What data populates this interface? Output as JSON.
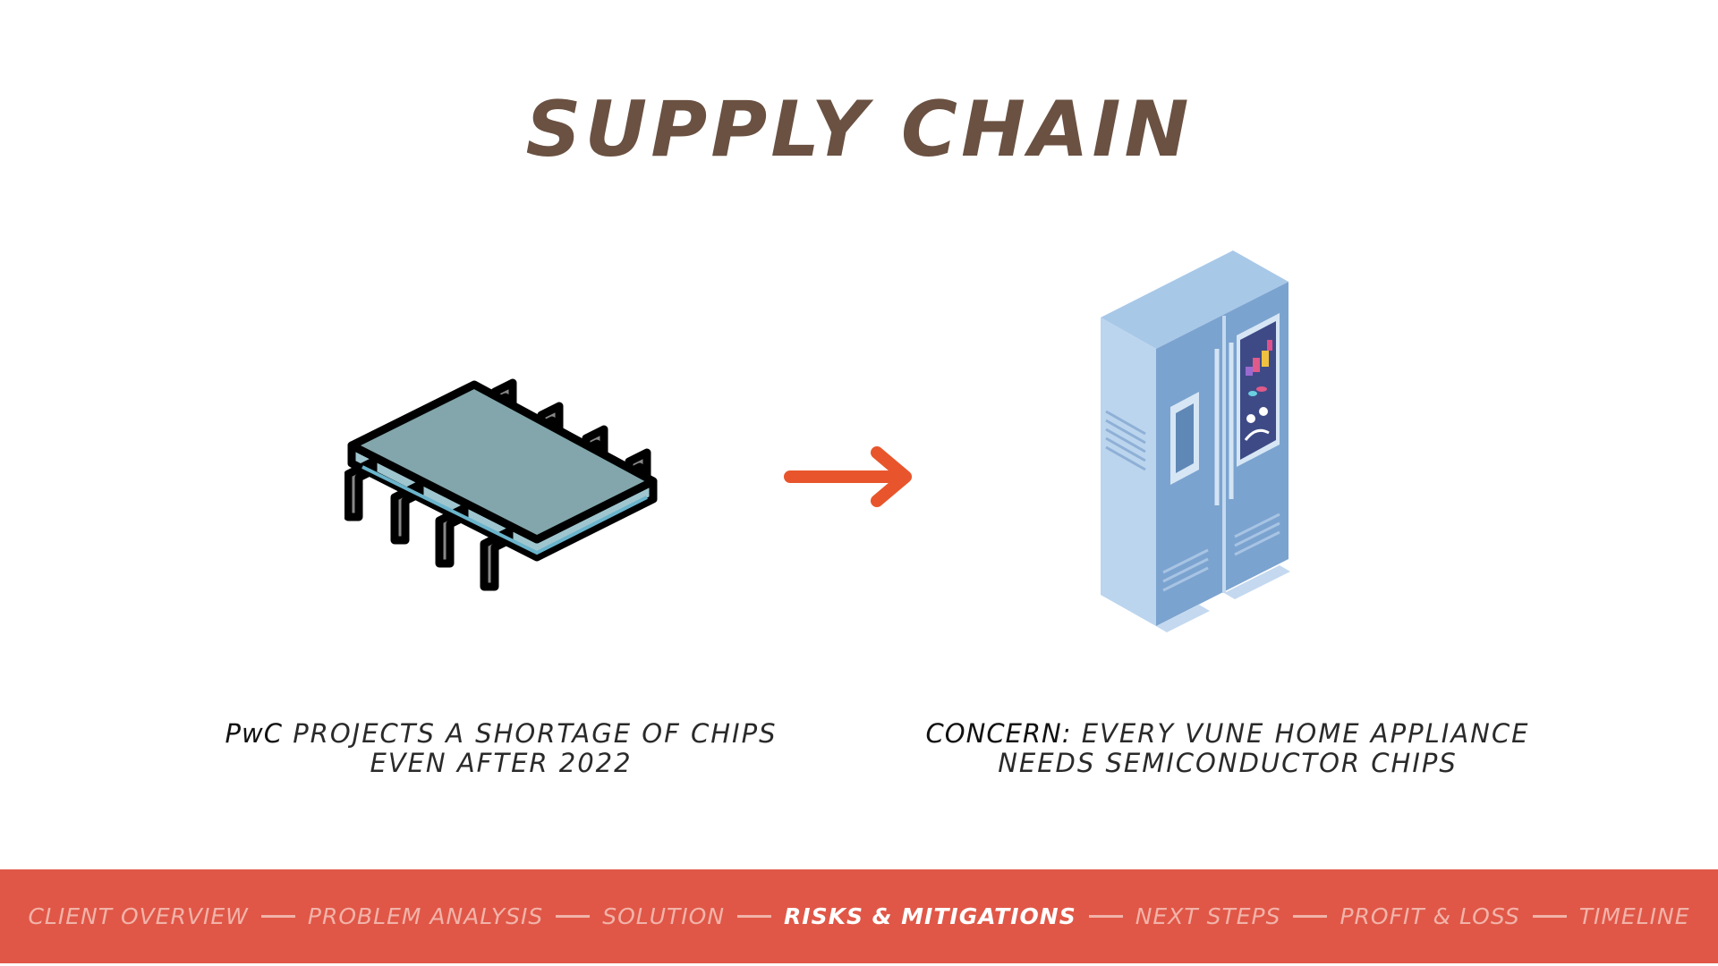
{
  "title": "SUPPLY CHAIN",
  "left": {
    "icon": "microchip-icon",
    "caption_lead": "PwC",
    "caption_line1": "PROJECTS A SHORTAGE OF CHIPS",
    "caption_line2": "EVEN AFTER 2022"
  },
  "arrow": {
    "icon": "arrow-right-icon",
    "color": "#e8552c"
  },
  "right": {
    "icon": "smart-fridge-icon",
    "caption_lead": "CONCERN:",
    "caption_line1": "EVERY VUNE HOME APPLIANCE",
    "caption_line2": "NEEDS SEMICONDUCTOR CHIPS"
  },
  "footer": {
    "color": "#e05747",
    "items": [
      {
        "label": "CLIENT OVERVIEW",
        "active": false
      },
      {
        "label": "PROBLEM ANALYSIS",
        "active": false
      },
      {
        "label": "SOLUTION",
        "active": false
      },
      {
        "label": "RISKS & MITIGATIONS",
        "active": true
      },
      {
        "label": "NEXT STEPS",
        "active": false
      },
      {
        "label": "PROFIT & LOSS",
        "active": false
      },
      {
        "label": "TIMELINE",
        "active": false
      }
    ]
  }
}
